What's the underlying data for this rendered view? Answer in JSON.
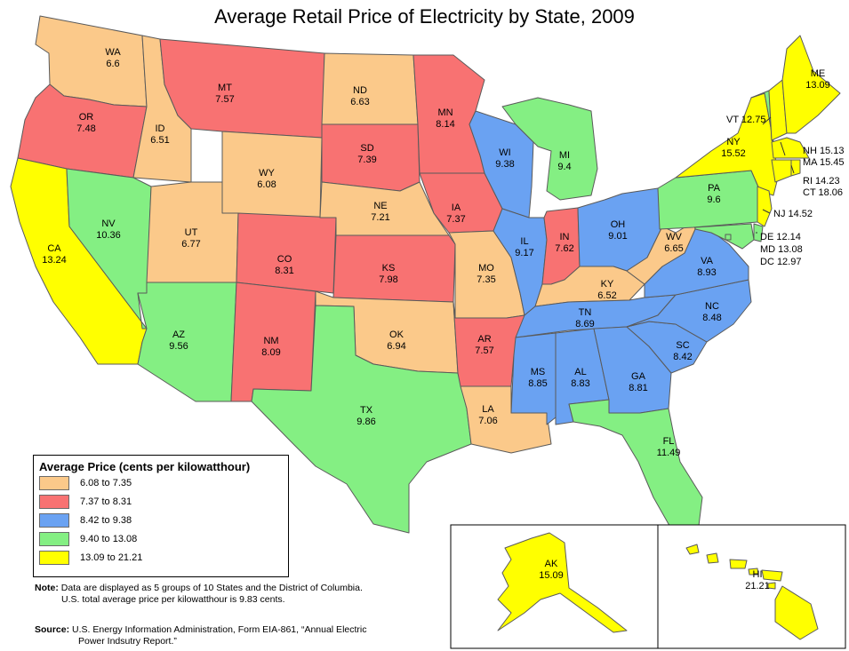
{
  "title": "Average Retail Price of Electricity by State, 2009",
  "colors": {
    "class1": "#fbc98a",
    "class2": "#f87272",
    "class3": "#6aa2f2",
    "class4": "#84ef83",
    "class5": "#ffff00"
  },
  "legend": {
    "title": "Average Price (cents per kilowatthour)",
    "classes": [
      {
        "label": "6.08 to 7.35",
        "color": "#fbc98a"
      },
      {
        "label": "7.37 to 8.31",
        "color": "#f87272"
      },
      {
        "label": "8.42 to 9.38",
        "color": "#6aa2f2"
      },
      {
        "label": "9.40 to 13.08",
        "color": "#84ef83"
      },
      {
        "label": "13.09 to 21.21",
        "color": "#ffff00"
      }
    ]
  },
  "states": {
    "WA": {
      "abbr": "WA",
      "value": "6.6"
    },
    "OR": {
      "abbr": "OR",
      "value": "7.48"
    },
    "CA": {
      "abbr": "CA",
      "value": "13.24"
    },
    "ID": {
      "abbr": "ID",
      "value": "6.51"
    },
    "NV": {
      "abbr": "NV",
      "value": "10.36"
    },
    "MT": {
      "abbr": "MT",
      "value": "7.57"
    },
    "WY": {
      "abbr": "WY",
      "value": "6.08"
    },
    "UT": {
      "abbr": "UT",
      "value": "6.77"
    },
    "AZ": {
      "abbr": "AZ",
      "value": "9.56"
    },
    "CO": {
      "abbr": "CO",
      "value": "8.31"
    },
    "NM": {
      "abbr": "NM",
      "value": "8.09"
    },
    "ND": {
      "abbr": "ND",
      "value": "6.63"
    },
    "SD": {
      "abbr": "SD",
      "value": "7.39"
    },
    "NE": {
      "abbr": "NE",
      "value": "7.21"
    },
    "KS": {
      "abbr": "KS",
      "value": "7.98"
    },
    "OK": {
      "abbr": "OK",
      "value": "6.94"
    },
    "TX": {
      "abbr": "TX",
      "value": "9.86"
    },
    "MN": {
      "abbr": "MN",
      "value": "8.14"
    },
    "IA": {
      "abbr": "IA",
      "value": "7.37"
    },
    "MO": {
      "abbr": "MO",
      "value": "7.35"
    },
    "AR": {
      "abbr": "AR",
      "value": "7.57"
    },
    "LA": {
      "abbr": "LA",
      "value": "7.06"
    },
    "WI": {
      "abbr": "WI",
      "value": "9.38"
    },
    "IL": {
      "abbr": "IL",
      "value": "9.17"
    },
    "MI": {
      "abbr": "MI",
      "value": "9.4"
    },
    "IN": {
      "abbr": "IN",
      "value": "7.62"
    },
    "OH": {
      "abbr": "OH",
      "value": "9.01"
    },
    "KY": {
      "abbr": "KY",
      "value": "6.52"
    },
    "TN": {
      "abbr": "TN",
      "value": "8.69"
    },
    "MS": {
      "abbr": "MS",
      "value": "8.85"
    },
    "AL": {
      "abbr": "AL",
      "value": "8.83"
    },
    "GA": {
      "abbr": "GA",
      "value": "8.81"
    },
    "FL": {
      "abbr": "FL",
      "value": "11.49"
    },
    "SC": {
      "abbr": "SC",
      "value": "8.42"
    },
    "NC": {
      "abbr": "NC",
      "value": "8.48"
    },
    "VA": {
      "abbr": "VA",
      "value": "8.93"
    },
    "WV": {
      "abbr": "WV",
      "value": "6.65"
    },
    "PA": {
      "abbr": "PA",
      "value": "9.6"
    },
    "NY": {
      "abbr": "NY",
      "value": "15.52"
    },
    "ME": {
      "abbr": "ME",
      "value": "13.09"
    },
    "AK": {
      "abbr": "AK",
      "value": "15.09"
    },
    "HI": {
      "abbr": "HI",
      "value": "21.21"
    }
  },
  "outside_labels": {
    "VT": "VT 12.75",
    "NH": "NH 15.13",
    "MA": "MA 15.45",
    "RI": "RI 14.23",
    "CT": "CT 18.06",
    "NJ": "NJ 14.52",
    "DE": "DE 12.14",
    "MD": "MD 13.08",
    "DC": "DC 12.97"
  },
  "note": {
    "prefix": "Note:",
    "line1": "Data are displayed as 5 groups of 10 States and the District of Columbia.",
    "line2": "U.S. total average price per kilowatthour is 9.83 cents."
  },
  "source": {
    "prefix": "Source:",
    "line1": "U.S. Energy Information Administration, Form EIA-861, “Annual Electric",
    "line2": "Power Indsutry Report.”"
  }
}
